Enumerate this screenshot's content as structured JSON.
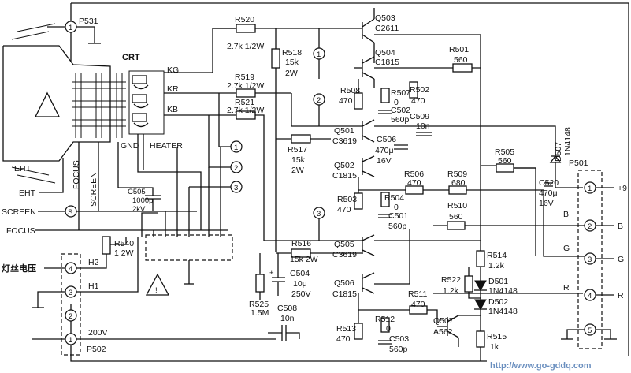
{
  "crt": {
    "title": "CRT",
    "pins": {
      "kg": "KG",
      "kr": "KR",
      "kb": "KB",
      "gnd": "GND",
      "heater": "HEATER"
    },
    "left_labels": {
      "eht_lower": "EHT",
      "focus": "FOCUS",
      "screen": "SCREEN"
    },
    "warning_glyph": "!"
  },
  "inputs": {
    "eht": "EHT",
    "screen": "SCREEN",
    "focus": "FOCUS",
    "screen_node": "S",
    "filament_voltage": "灯丝电压",
    "h2": "H2",
    "h1": "H1",
    "v200": "200V"
  },
  "connectors": {
    "p531": {
      "name": "P531",
      "pin": "1"
    },
    "p502": {
      "name": "P502",
      "pins": [
        "4",
        "3",
        "2",
        "1"
      ]
    },
    "p501": {
      "name": "P501",
      "pins": [
        "1",
        "2",
        "3",
        "4",
        "5"
      ],
      "signals": [
        "+9",
        "B",
        "G",
        "R"
      ]
    },
    "test_nodes": [
      "1",
      "2",
      "3"
    ]
  },
  "components": {
    "R520": {
      "name": "R520",
      "value": "2.7k 1/2W"
    },
    "R519": {
      "name": "R519",
      "value": "2.7k 1/2W"
    },
    "R521": {
      "name": "R521",
      "value": "2.7k 1/2W"
    },
    "R518": {
      "name": "R518",
      "value": "15k",
      "rating": "2W"
    },
    "R517": {
      "name": "R517",
      "value": "15k",
      "rating": "2W"
    },
    "R516": {
      "name": "R516",
      "value": "15k 2W"
    },
    "R508": {
      "name": "R508",
      "value": "470"
    },
    "R507": {
      "name": "R507",
      "value": "0"
    },
    "R502": {
      "name": "R502",
      "value": "470"
    },
    "R501": {
      "name": "R501",
      "value": "560"
    },
    "R503": {
      "name": "R503",
      "value": "470"
    },
    "R504": {
      "name": "R504",
      "value": "0"
    },
    "R505": {
      "name": "R505",
      "value": "560"
    },
    "R506": {
      "name": "R506",
      "value": "470"
    },
    "R509": {
      "name": "R509",
      "value": "680"
    },
    "R510": {
      "name": "R510",
      "value": "560"
    },
    "R511": {
      "name": "R511",
      "value": "470"
    },
    "R512": {
      "name": "R512",
      "value": "0"
    },
    "R513": {
      "name": "R513",
      "value": "470"
    },
    "R514": {
      "name": "R514",
      "value": "1.2k"
    },
    "R515": {
      "name": "R515",
      "value": "1k"
    },
    "R522": {
      "name": "R522",
      "value": "1.2k"
    },
    "R525": {
      "name": "R525",
      "value": "1.5M"
    },
    "R540": {
      "name": "R540",
      "value": "1 2W"
    },
    "C502": {
      "name": "C502",
      "value": "560p"
    },
    "C509": {
      "name": "C509",
      "value": "10n"
    },
    "C506": {
      "name": "C506",
      "value": "470μ",
      "voltage": "16V"
    },
    "C501": {
      "name": "C501",
      "value": "560p"
    },
    "C503": {
      "name": "C503",
      "value": "560p"
    },
    "C504": {
      "name": "C504",
      "value": "10μ",
      "voltage": "250V"
    },
    "C508": {
      "name": "C508",
      "value": "10n"
    },
    "C505": {
      "name": "C505",
      "value": "1000p",
      "voltage": "2kV"
    },
    "C520": {
      "name": "C520",
      "value": "470μ",
      "voltage": "16V"
    },
    "Q503": {
      "name": "Q503",
      "part": "C2611"
    },
    "Q504": {
      "name": "Q504",
      "part": "C1815"
    },
    "Q501": {
      "name": "Q501",
      "part": "C3619"
    },
    "Q502": {
      "name": "Q502",
      "part": "C1815"
    },
    "Q505": {
      "name": "Q505",
      "part": "C3619"
    },
    "Q506": {
      "name": "Q506",
      "part": "C1815"
    },
    "Q507": {
      "name": "Q507",
      "part": "A562"
    },
    "D501": {
      "name": "D501",
      "part": "1N4148"
    },
    "D502": {
      "name": "D502",
      "part": "1N4148"
    },
    "D507": {
      "name": "D507",
      "part": "1N4148"
    }
  },
  "watermark": "http://www.go-gddq.com"
}
